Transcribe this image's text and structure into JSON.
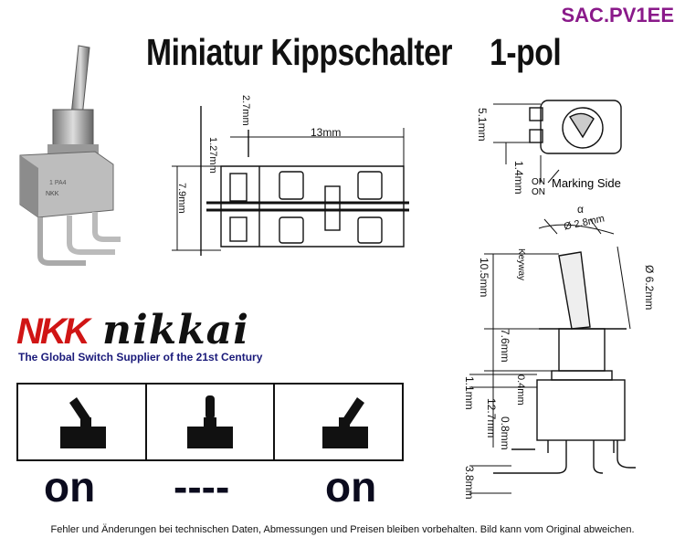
{
  "product_code": "SAC.PV1EE",
  "title": {
    "main": "Miniatur Kippschalter",
    "poles": "1-pol"
  },
  "dimensions": {
    "d_2_7": "2.7mm",
    "d_13": "13mm",
    "d_1_27": "1.27mm",
    "d_7_9": "7.9mm",
    "d_5_1": "5.1mm",
    "d_1_4": "1.4mm",
    "d_2_8": "Ø 2.8mm",
    "alpha": "α",
    "d_6_2": "Ø 6.2mm",
    "d_10_5": "10.5mm",
    "keyway": "Keyway",
    "d_7_6": "7.6mm",
    "d_0_4": "0.4mm",
    "d_1_1": "1.1mm",
    "d_12_7": "12.7mm",
    "d_0_8": "0.8mm",
    "d_3_8": "3.8mm"
  },
  "marking": {
    "on_top": "ON",
    "on_bottom": "ON",
    "label": "Marking Side"
  },
  "brand": {
    "logo": "NKK",
    "name": "nikkai",
    "tagline": "The Global Switch Supplier of the 21st Century"
  },
  "positions": [
    {
      "label": "on"
    },
    {
      "label": "----"
    },
    {
      "label": "on"
    }
  ],
  "footer": "Fehler und Änderungen bei technischen Daten, Abmessungen und Preisen bleiben vorbehalten. Bild kann vom Original abweichen."
}
